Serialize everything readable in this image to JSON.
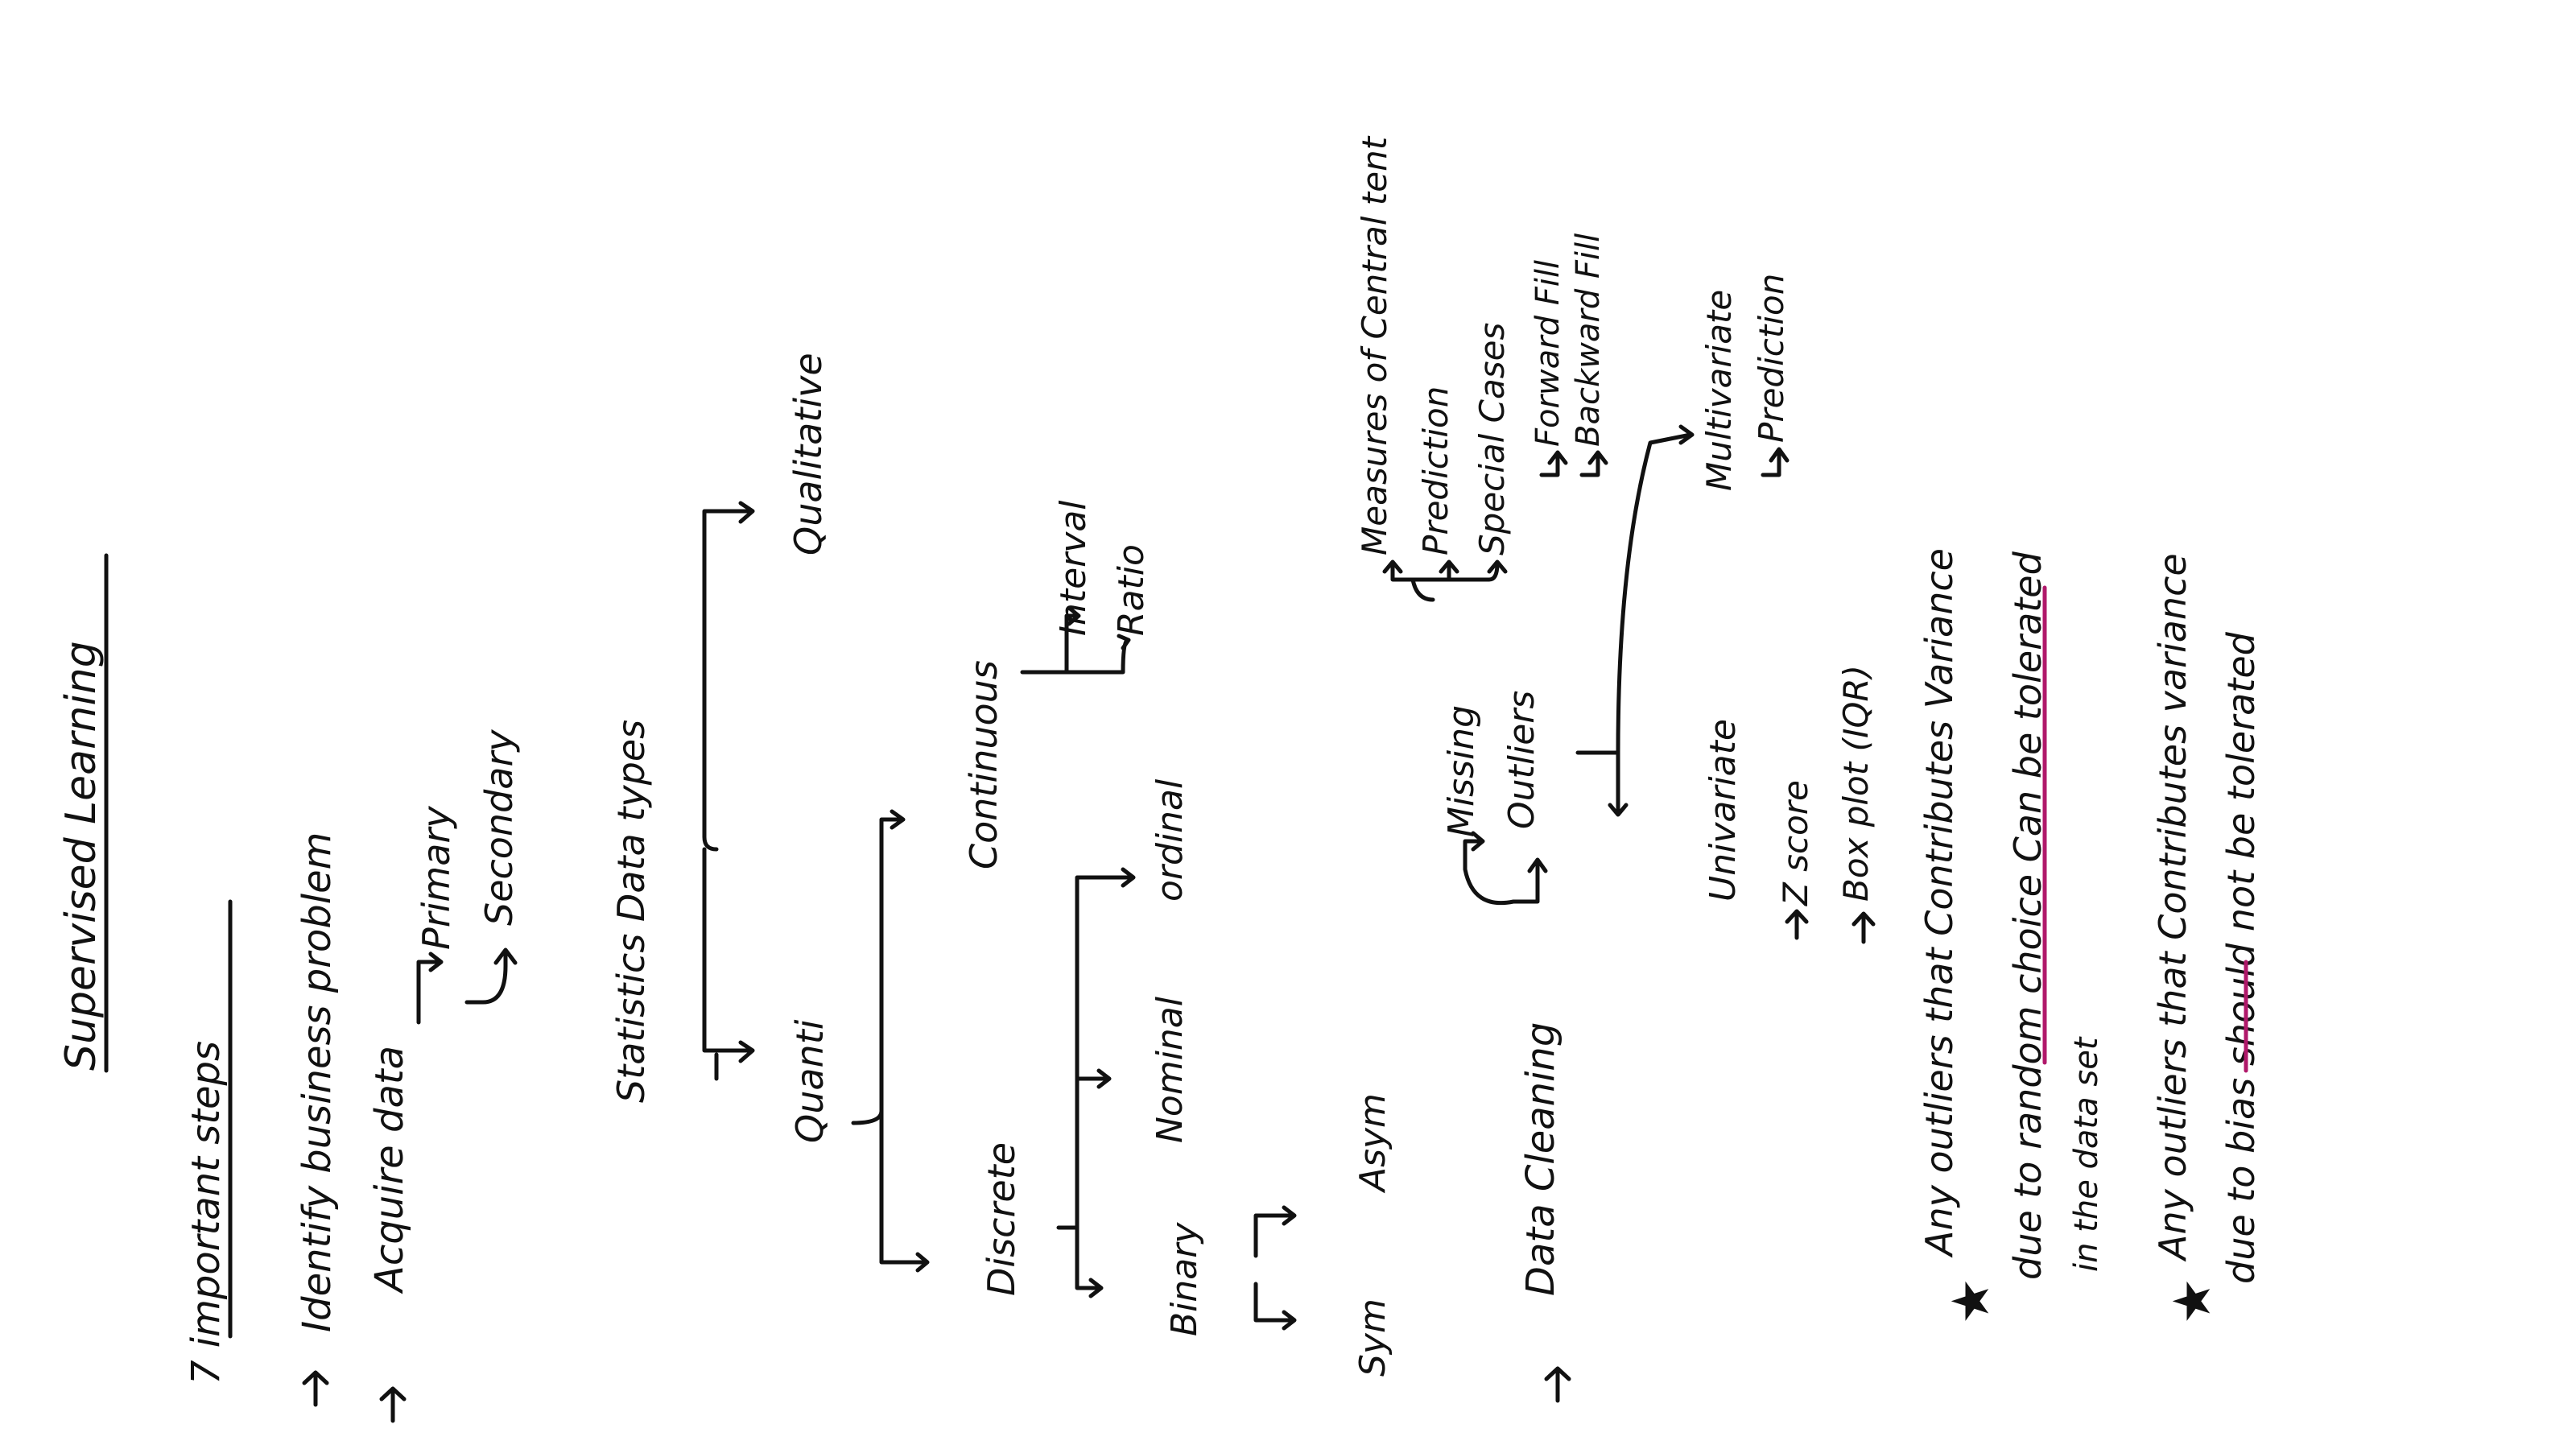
{
  "page": {
    "title": "Supervised Learning",
    "ink_color": "#111111",
    "highlight_color": "#b0186a"
  },
  "notes": {
    "steps_heading": "7 important steps",
    "step1": "Identify business problem",
    "step2": "Acquire data",
    "primary": "Primary",
    "secondary": "Secondary",
    "stat_types": "Statistics Data types",
    "qualitative": "Qualitative",
    "quanti": "Quanti",
    "continuous": "Continuous",
    "interval": "Interval",
    "ratio": "Ratio",
    "discrete": "Discrete",
    "nominal": "Nominal",
    "ordinal": "ordinal",
    "binary": "Binary",
    "sym": "Sym",
    "asym": "Asym",
    "data_cleaning": "Data Cleaning",
    "missing": "Missing",
    "outliers": "Outliers",
    "measures": "Measures of Central tent",
    "prediction": "Prediction",
    "special_cases": "Special Cases",
    "forward_fill": "Forward Fill",
    "backward_fill": "Backward Fill",
    "multivariate": "Multivariate",
    "multi_prediction": "Prediction",
    "univariate": "Univariate",
    "z_score": "Z score",
    "box_plot": "Box plot (IQR)",
    "note1_line1": "Any outliers that Contributes Variance",
    "note1_line2": "due to random choice Can be tolerated",
    "note1_line3": "in the data set",
    "note2_line1": "Any outliers that Contributes variance",
    "note2_line2": "due to bias should not be tolerated"
  }
}
